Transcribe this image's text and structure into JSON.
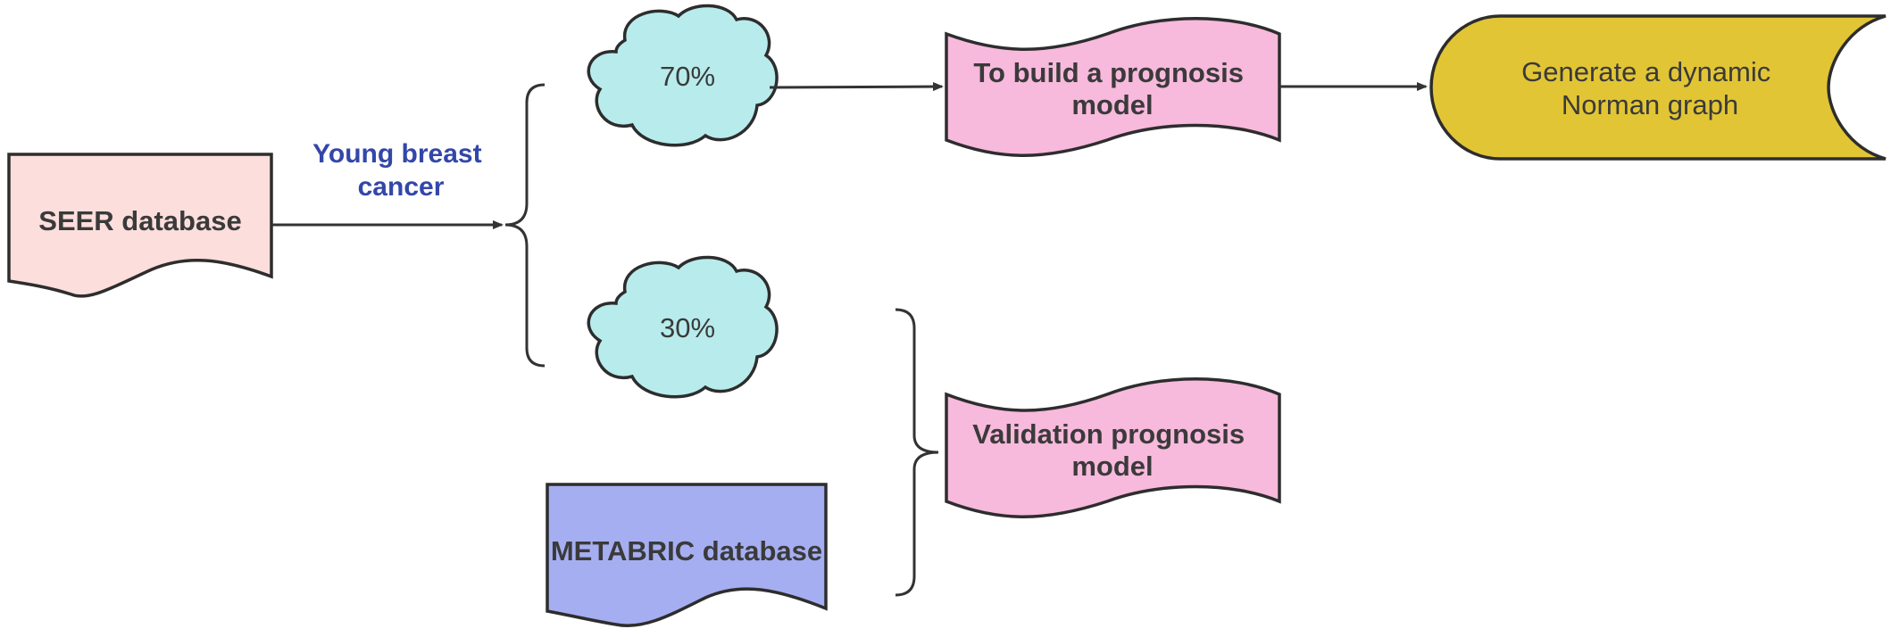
{
  "nodes": {
    "seer": {
      "label": "SEER database",
      "fill": "#fcdedc"
    },
    "split_label": {
      "lines": [
        "Young breast",
        "cancer"
      ],
      "color": "#3347a8"
    },
    "train_split": {
      "label": "70%",
      "fill": "#b8ecec"
    },
    "test_split": {
      "label": "30%",
      "fill": "#b8ecec"
    },
    "build_model": {
      "lines": [
        "To build a prognosis",
        "model"
      ],
      "fill": "#f7b9dc"
    },
    "nomogram": {
      "lines": [
        "Generate a dynamic",
        "Norman graph"
      ],
      "fill": "#e2c534"
    },
    "metabric": {
      "label": "METABRIC database",
      "fill": "#a6aef2"
    },
    "validation": {
      "lines": [
        "Validation prognosis",
        "model"
      ],
      "fill": "#f7b9dc"
    }
  },
  "colors": {
    "stroke": "#2d2d2d",
    "connector": "#333333"
  }
}
